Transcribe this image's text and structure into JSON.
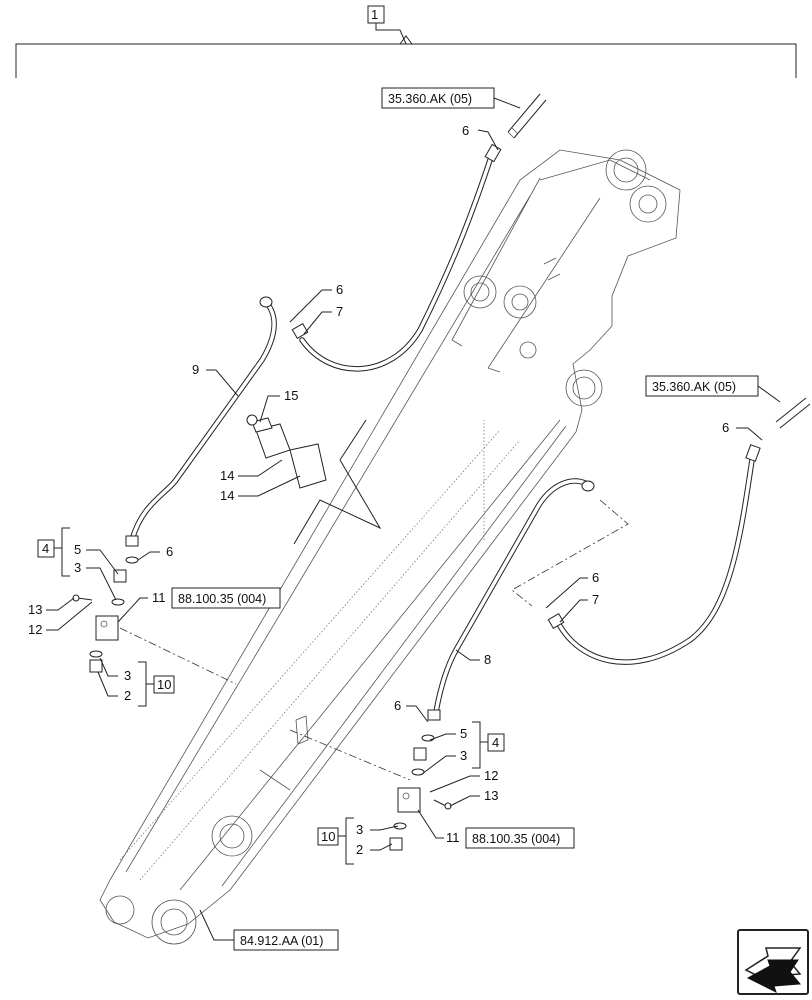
{
  "assembly_callout": "1",
  "references": {
    "ref_hose_left": "35.360.AK (05)",
    "ref_hose_right": "35.360.AK (05)",
    "ref_block_left": "88.100.35 (004)",
    "ref_block_right": "88.100.35 (004)",
    "ref_boom": "84.912.AA (01)"
  },
  "group_boxes": {
    "kit4_left": "4",
    "kit10_left": "10",
    "kit4_right": "4",
    "kit10_right": "10"
  },
  "callouts": {
    "c6_top": "6",
    "c6_mid": "6",
    "c7_mid": "7",
    "c9": "9",
    "c15": "15",
    "c14a": "14",
    "c14b": "14",
    "c5_left": "5",
    "c3_left_top": "3",
    "c6_left": "6",
    "c13_left": "13",
    "c12_left": "12",
    "c11_left": "11",
    "c3_left_bot": "3",
    "c2_left": "2",
    "c6_right_top": "6",
    "c6_right_mid": "6",
    "c7_right": "7",
    "c8": "8",
    "c6_right_low": "6",
    "c5_right": "5",
    "c3_right_top": "3",
    "c12_right": "12",
    "c13_right": "13",
    "c3_right_bot": "3",
    "c2_right": "2",
    "c11_right": "11"
  },
  "icons": {
    "nav": "arrow-navigation-icon"
  }
}
